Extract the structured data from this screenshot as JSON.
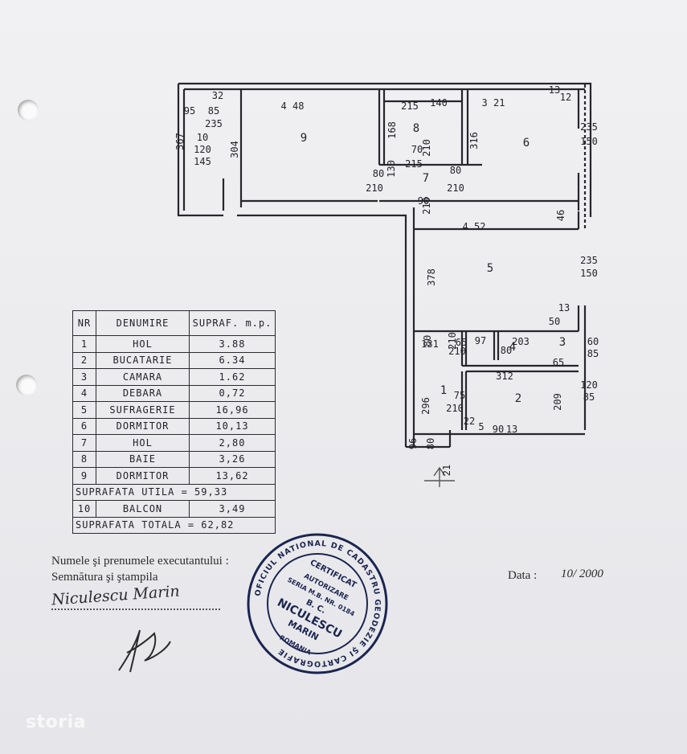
{
  "plan_labels": {
    "rooms": [
      "9",
      "8",
      "6",
      "7",
      "5",
      "1",
      "2",
      "3",
      "4"
    ],
    "dims": [
      "32",
      "95",
      "85",
      "235",
      "4 48",
      "367",
      "10",
      "120",
      "145",
      "304",
      "168",
      "215",
      "140",
      "3 21",
      "13",
      "12",
      "235",
      "150",
      "316",
      "70",
      "210",
      "130",
      "215",
      "80",
      "80",
      "210",
      "210",
      "90",
      "210",
      "46",
      "4 52",
      "235",
      "150",
      "378",
      "50",
      "13",
      "60",
      "85",
      "80",
      "210",
      "65",
      "97",
      "203",
      "131",
      "210",
      "80",
      "65",
      "312",
      "120",
      "85",
      "296",
      "209",
      "75",
      "210",
      "22",
      "5",
      "90",
      "13",
      "96",
      "80",
      "21"
    ]
  },
  "legend": {
    "header": {
      "nr": "NR",
      "name": "DENUMIRE",
      "area": "SUPRAF. m.p."
    },
    "rows": [
      {
        "nr": "1",
        "name": "HOL",
        "area": "3.88"
      },
      {
        "nr": "2",
        "name": "BUCATARIE",
        "area": "6.34"
      },
      {
        "nr": "3",
        "name": "CAMARA",
        "area": "1.62"
      },
      {
        "nr": "4",
        "name": "DEBARA",
        "area": "0,72"
      },
      {
        "nr": "5",
        "name": "SUFRAGERIE",
        "area": "16,96"
      },
      {
        "nr": "6",
        "name": "DORMITOR",
        "area": "10,13"
      },
      {
        "nr": "7",
        "name": "HOL",
        "area": "2,80"
      },
      {
        "nr": "8",
        "name": "BAIE",
        "area": "3,26"
      },
      {
        "nr": "9",
        "name": "DORMITOR",
        "area": "13,62"
      }
    ],
    "useful_total": "SUPRAFATA UTILA = 59,33",
    "balcony": {
      "nr": "10",
      "name": "BALCON",
      "area": "3,49"
    },
    "grand_total": "SUPRAFATA TOTALA = 62,82"
  },
  "form": {
    "executant_label": "Numele şi prenumele executantului :",
    "signature_label": "Semnătura şi ştampila",
    "executant_name": "Niculescu Marin",
    "date_label": "Data :",
    "date_value": "10/ 2000"
  },
  "stamp": {
    "outer": "OFICIUL NATIONAL DE CADASTRU GEODEZIE ŞI CARTOGRAFIE",
    "certified": "CERTIFICAT",
    "authorization": "AUTORIZARE",
    "series": "SERIA M.B. NR. 0184",
    "name1": "NICULESCU",
    "name2": "MARIN",
    "initials": "B. C.",
    "country": "ROMANIA"
  },
  "watermark": "storia",
  "colors": {
    "paper": "#ececee",
    "ink": "#1c1c22",
    "stamp": "#1b2550"
  }
}
